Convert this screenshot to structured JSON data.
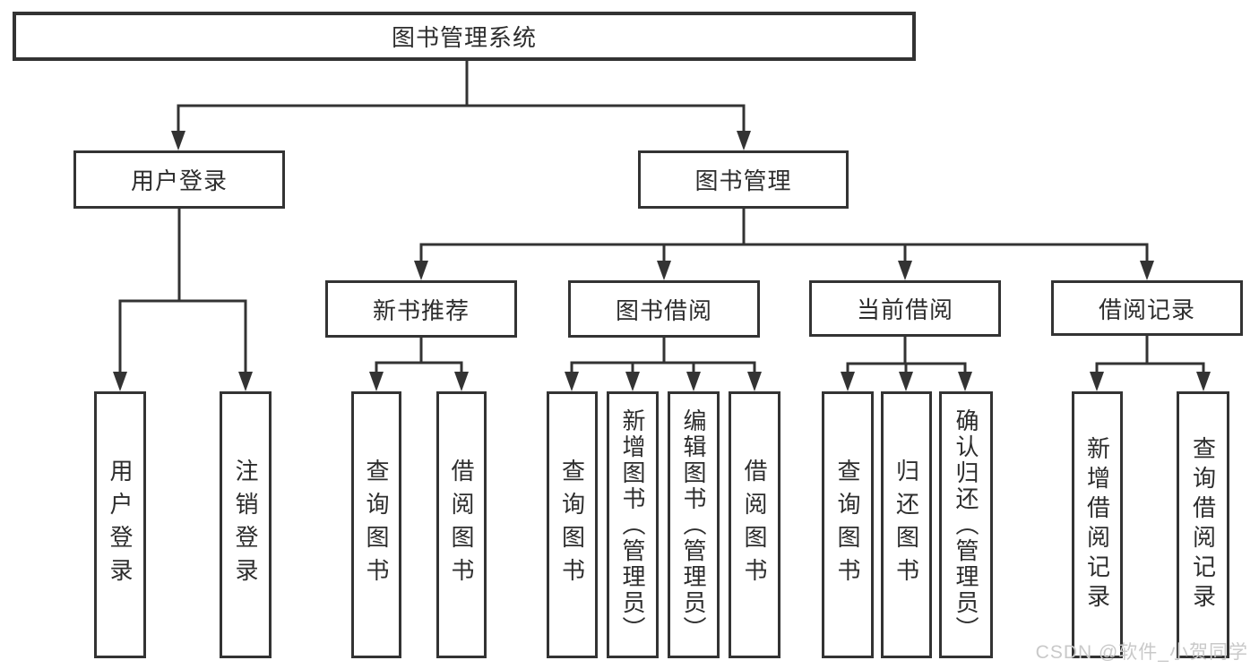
{
  "root": {
    "label": "图书管理系统"
  },
  "branches": [
    {
      "label": "用户登录",
      "leaves": [
        "用户登录",
        "注销登录"
      ]
    },
    {
      "label": "图书管理",
      "sections": [
        {
          "label": "新书推荐",
          "leaves": [
            "查询图书",
            "借阅图书"
          ]
        },
        {
          "label": "图书借阅",
          "leaves": [
            "查询图书",
            "新增图书（管理员）",
            "编辑图书（管理员）",
            "借阅图书"
          ]
        },
        {
          "label": "当前借阅",
          "leaves": [
            "查询图书",
            "归还图书",
            "确认归还（管理员）"
          ]
        },
        {
          "label": "借阅记录",
          "leaves": [
            "新增借阅记录",
            "查询借阅记录"
          ]
        }
      ]
    }
  ],
  "watermark": "CSDN @软件_小贺同学",
  "colors": {
    "line": "#333333",
    "text": "#2d2d2d",
    "background": "#ffffff",
    "watermark_text": "#c9c9c9"
  }
}
